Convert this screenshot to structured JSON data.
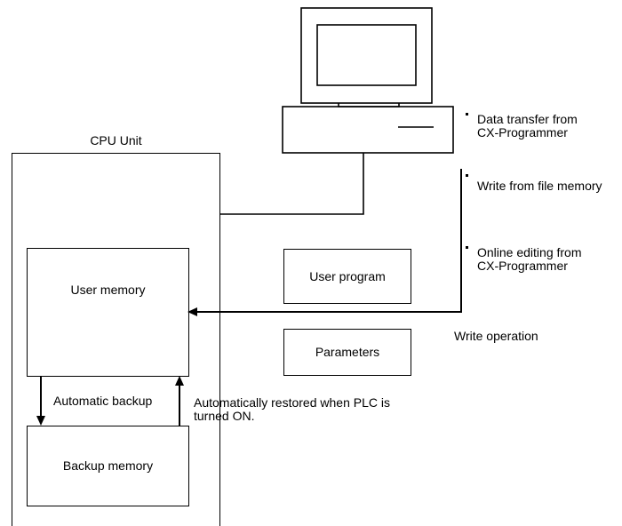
{
  "cpu_unit": {
    "label": "CPU Unit"
  },
  "user_memory": {
    "label": "User memory"
  },
  "backup_memory": {
    "label": "Backup memory"
  },
  "user_program": {
    "label": "User program"
  },
  "parameters": {
    "label": "Parameters"
  },
  "automatic_backup": {
    "label": "Automatic backup"
  },
  "auto_restore": {
    "line1": "Automatically restored when PLC is",
    "line2": "turned ON."
  },
  "write_operation": {
    "label": "Write operation"
  },
  "write_sources": [
    {
      "line1": "Data transfer from",
      "line2": "CX-Programmer"
    },
    {
      "line1": "Write from file memory",
      "line2": ""
    },
    {
      "line1": "Online editing from",
      "line2": "CX-Programmer"
    }
  ]
}
